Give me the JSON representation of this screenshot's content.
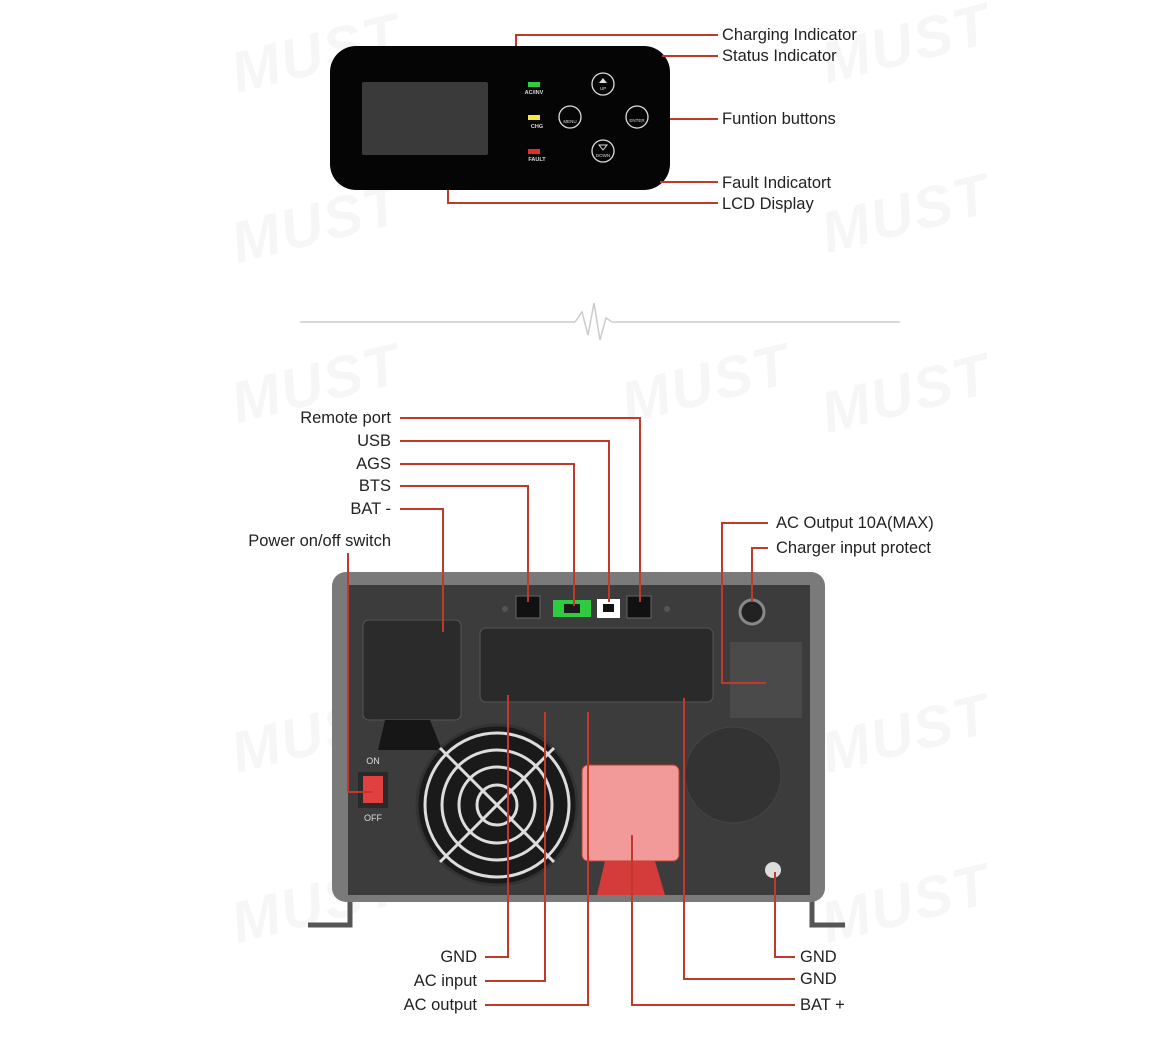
{
  "watermark": "MUST",
  "panel": {
    "led_labels": [
      "AC/INV",
      "CHG",
      "FAULT"
    ],
    "button_labels": [
      "UP",
      "MENU",
      "ENTER",
      "DOWN"
    ],
    "callouts": [
      "Charging Indicator",
      "Status Indicator",
      "Funtion buttons",
      "Fault Indicatort",
      "LCD Display"
    ]
  },
  "rear": {
    "left_callouts": [
      "Remote port",
      "USB",
      "AGS",
      "BTS",
      "BAT -",
      "Power on/off switch"
    ],
    "right_callouts": [
      "AC Output 10A(MAX)",
      "Charger input protect"
    ],
    "bottom_left_callouts": [
      "GND",
      "AC input",
      "AC output"
    ],
    "bottom_right_callouts": [
      "GND",
      "GND",
      "BAT +"
    ],
    "switch_on": "ON",
    "switch_off": "OFF"
  },
  "colors": {
    "line": "#c0392b",
    "led_green": "#2ecc40",
    "led_yellow": "#f5e642",
    "led_red": "#e0302a",
    "terminal_red": "#f08080"
  }
}
